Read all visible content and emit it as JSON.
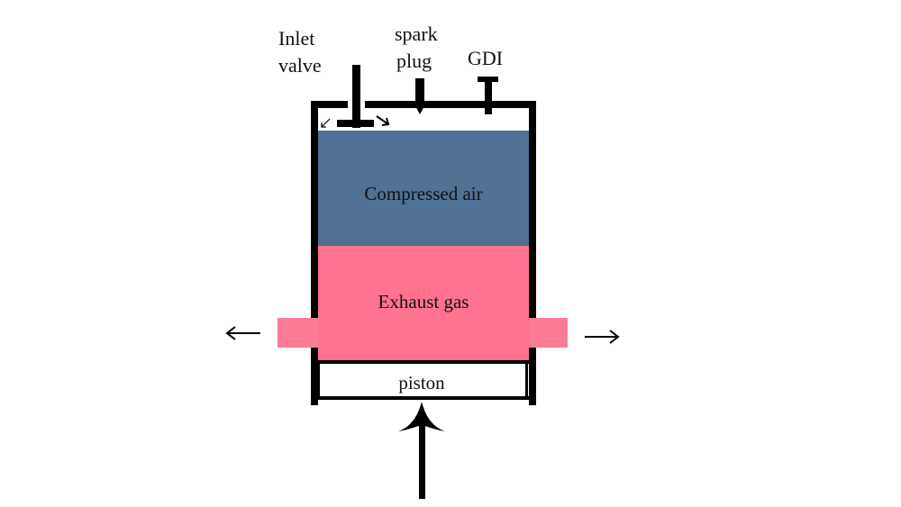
{
  "diagram": {
    "labels": {
      "inlet_valve_line1": "Inlet",
      "inlet_valve_line2": "valve",
      "spark_plug_line1": "spark",
      "spark_plug_line2": "plug",
      "gdi": "GDI",
      "compressed_air": "Compressed air",
      "exhaust_gas": "Exhaust gas",
      "piston": "piston"
    },
    "colors": {
      "compressed_air": "#4f7194",
      "exhaust_gas": "#ff7290",
      "exhaust_port": "#fb7b97",
      "wall": "#000000",
      "background": "#ffffff"
    }
  }
}
